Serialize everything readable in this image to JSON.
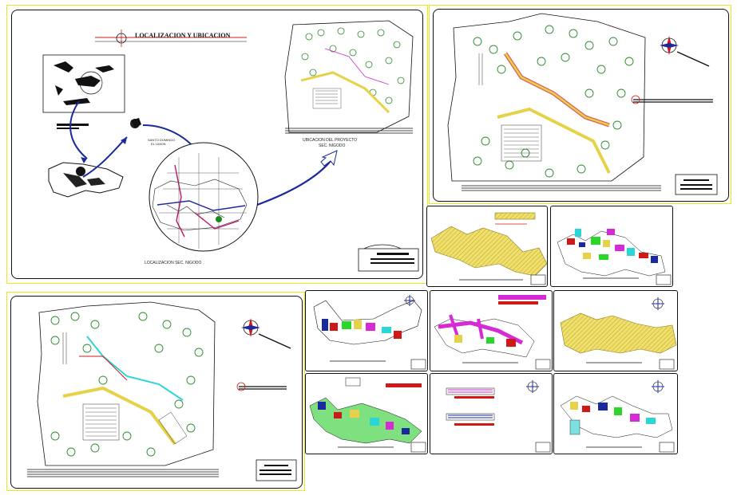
{
  "drawing": {
    "main_title": "LOCALIZACION Y UBICACION",
    "location_label": "LOCALIZACION SEC. NIGODO",
    "project_label_line1": "UBICACION DEL PROYECTO",
    "project_label_line2": "SEC. NIGODO",
    "city_label_line1": "SANTO DOMINGO",
    "city_label_line2": "EL LIMON"
  },
  "colors": {
    "frame_yellow": "#e8e81a",
    "tree_green": "#2e8b2e",
    "route_blue": "#1a2a9c",
    "road_magenta": "#c0186a",
    "hatch_yellow": "#e6d24a",
    "magenta_plan": "#d62ad6"
  },
  "sheets": [
    {
      "name": "location-sheet",
      "content": "location-maps"
    },
    {
      "name": "site-plan-sheet-1",
      "content": "site-plan"
    },
    {
      "name": "site-plan-sheet-2",
      "content": "site-plan"
    },
    {
      "name": "roof-plan-sheet-1",
      "content": "roof-plan"
    },
    {
      "name": "floor-plan-sheet-1",
      "content": "floor-plan"
    },
    {
      "name": "floor-plan-sheet-2",
      "content": "floor-plan"
    },
    {
      "name": "floor-plan-sheet-3",
      "content": "floor-plan"
    },
    {
      "name": "roof-plan-sheet-2",
      "content": "roof-plan"
    },
    {
      "name": "floor-plan-sheet-4",
      "content": "floor-plan"
    },
    {
      "name": "elevations-sheet",
      "content": "elevations"
    },
    {
      "name": "floor-plan-sheet-5",
      "content": "floor-plan"
    }
  ]
}
